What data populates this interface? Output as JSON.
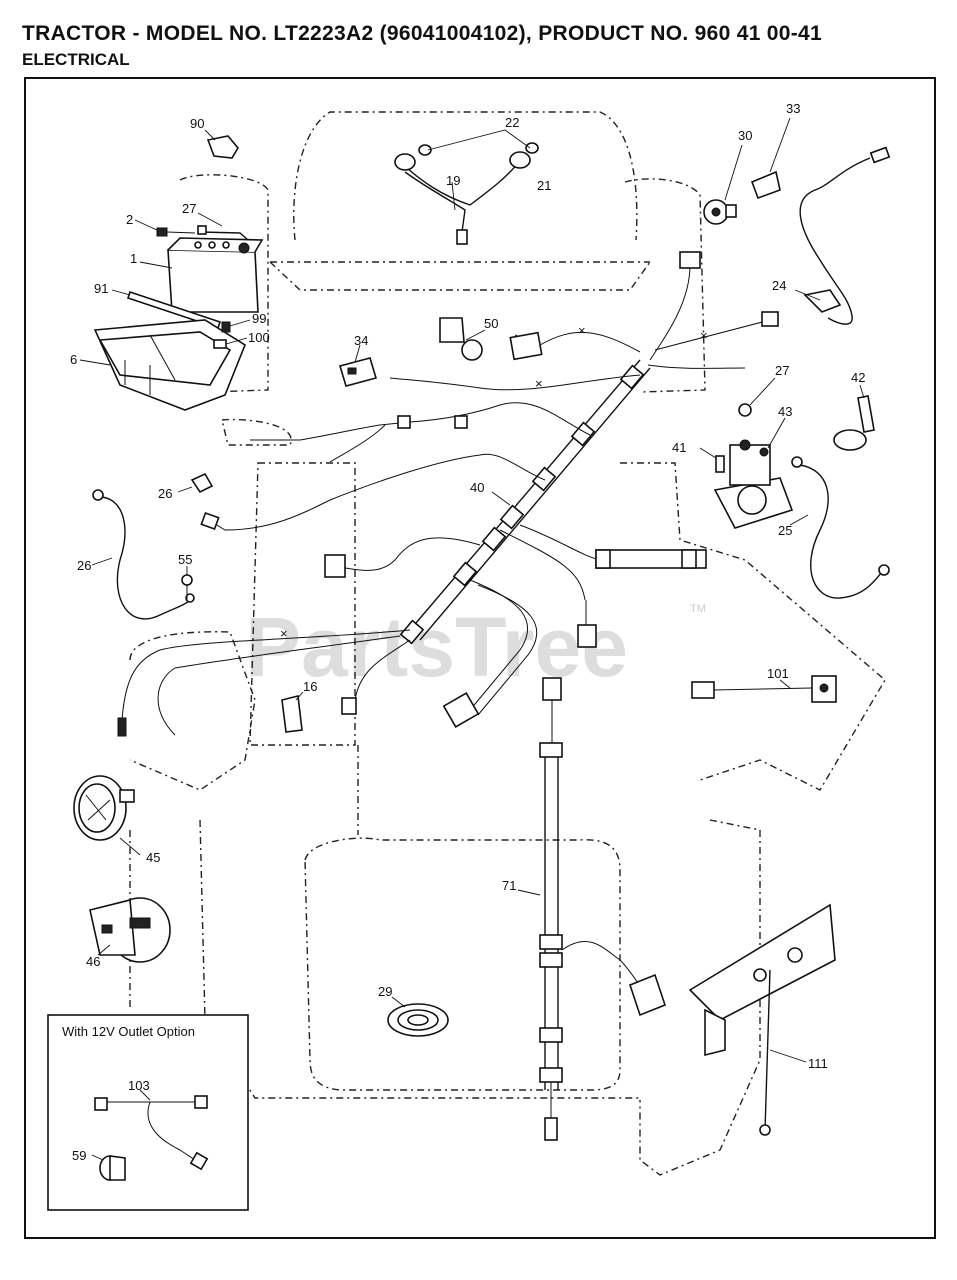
{
  "header": {
    "title": "TRACTOR - MODEL NO. LT2223A2 (96041004102), PRODUCT NO. 960 41 00-41",
    "subtitle": "ELECTRICAL"
  },
  "option_box": {
    "label": "With 12V Outlet Option"
  },
  "watermark": {
    "text": "PartsTree",
    "tm": "TM"
  },
  "callouts": {
    "c90": "90",
    "c22": "22",
    "c19": "19",
    "c21": "21",
    "c30": "30",
    "c33": "33",
    "c2": "2",
    "c27a": "27",
    "c1": "1",
    "c91": "91",
    "c99": "99",
    "c100": "100",
    "c6": "6",
    "c34": "34",
    "c50": "50",
    "c24": "24",
    "c27b": "27",
    "c42": "42",
    "c43": "43",
    "c41": "41",
    "c26a": "26",
    "c40": "40",
    "c25": "25",
    "c26b": "26",
    "c55": "55",
    "c16": "16",
    "c101": "101",
    "c45": "45",
    "c71": "71",
    "c46": "46",
    "c29": "29",
    "c111": "111",
    "c103": "103",
    "c59": "59"
  }
}
